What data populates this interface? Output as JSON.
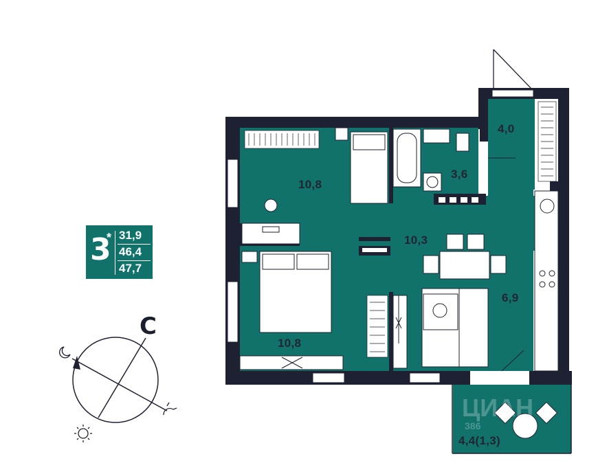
{
  "stats": {
    "rooms": "3",
    "star": "*",
    "living_area": "31,9",
    "total_area": "46,4",
    "total_area_with_balcony": "47,7"
  },
  "rooms": {
    "bedroom_top": "10,8",
    "bedroom_bottom": "10,8",
    "living": "10,3",
    "kitchen": "6,9",
    "bathroom": "3,6",
    "storage": "4,0",
    "balcony": "4,4(1,3)"
  },
  "compass": {
    "north_letter": "С"
  },
  "watermark": {
    "text": "ЦИАН",
    "number": "386"
  },
  "colors": {
    "floor": "#10726b",
    "wall": "#1e2132",
    "furniture": "#ffffff",
    "text": "#222533"
  }
}
